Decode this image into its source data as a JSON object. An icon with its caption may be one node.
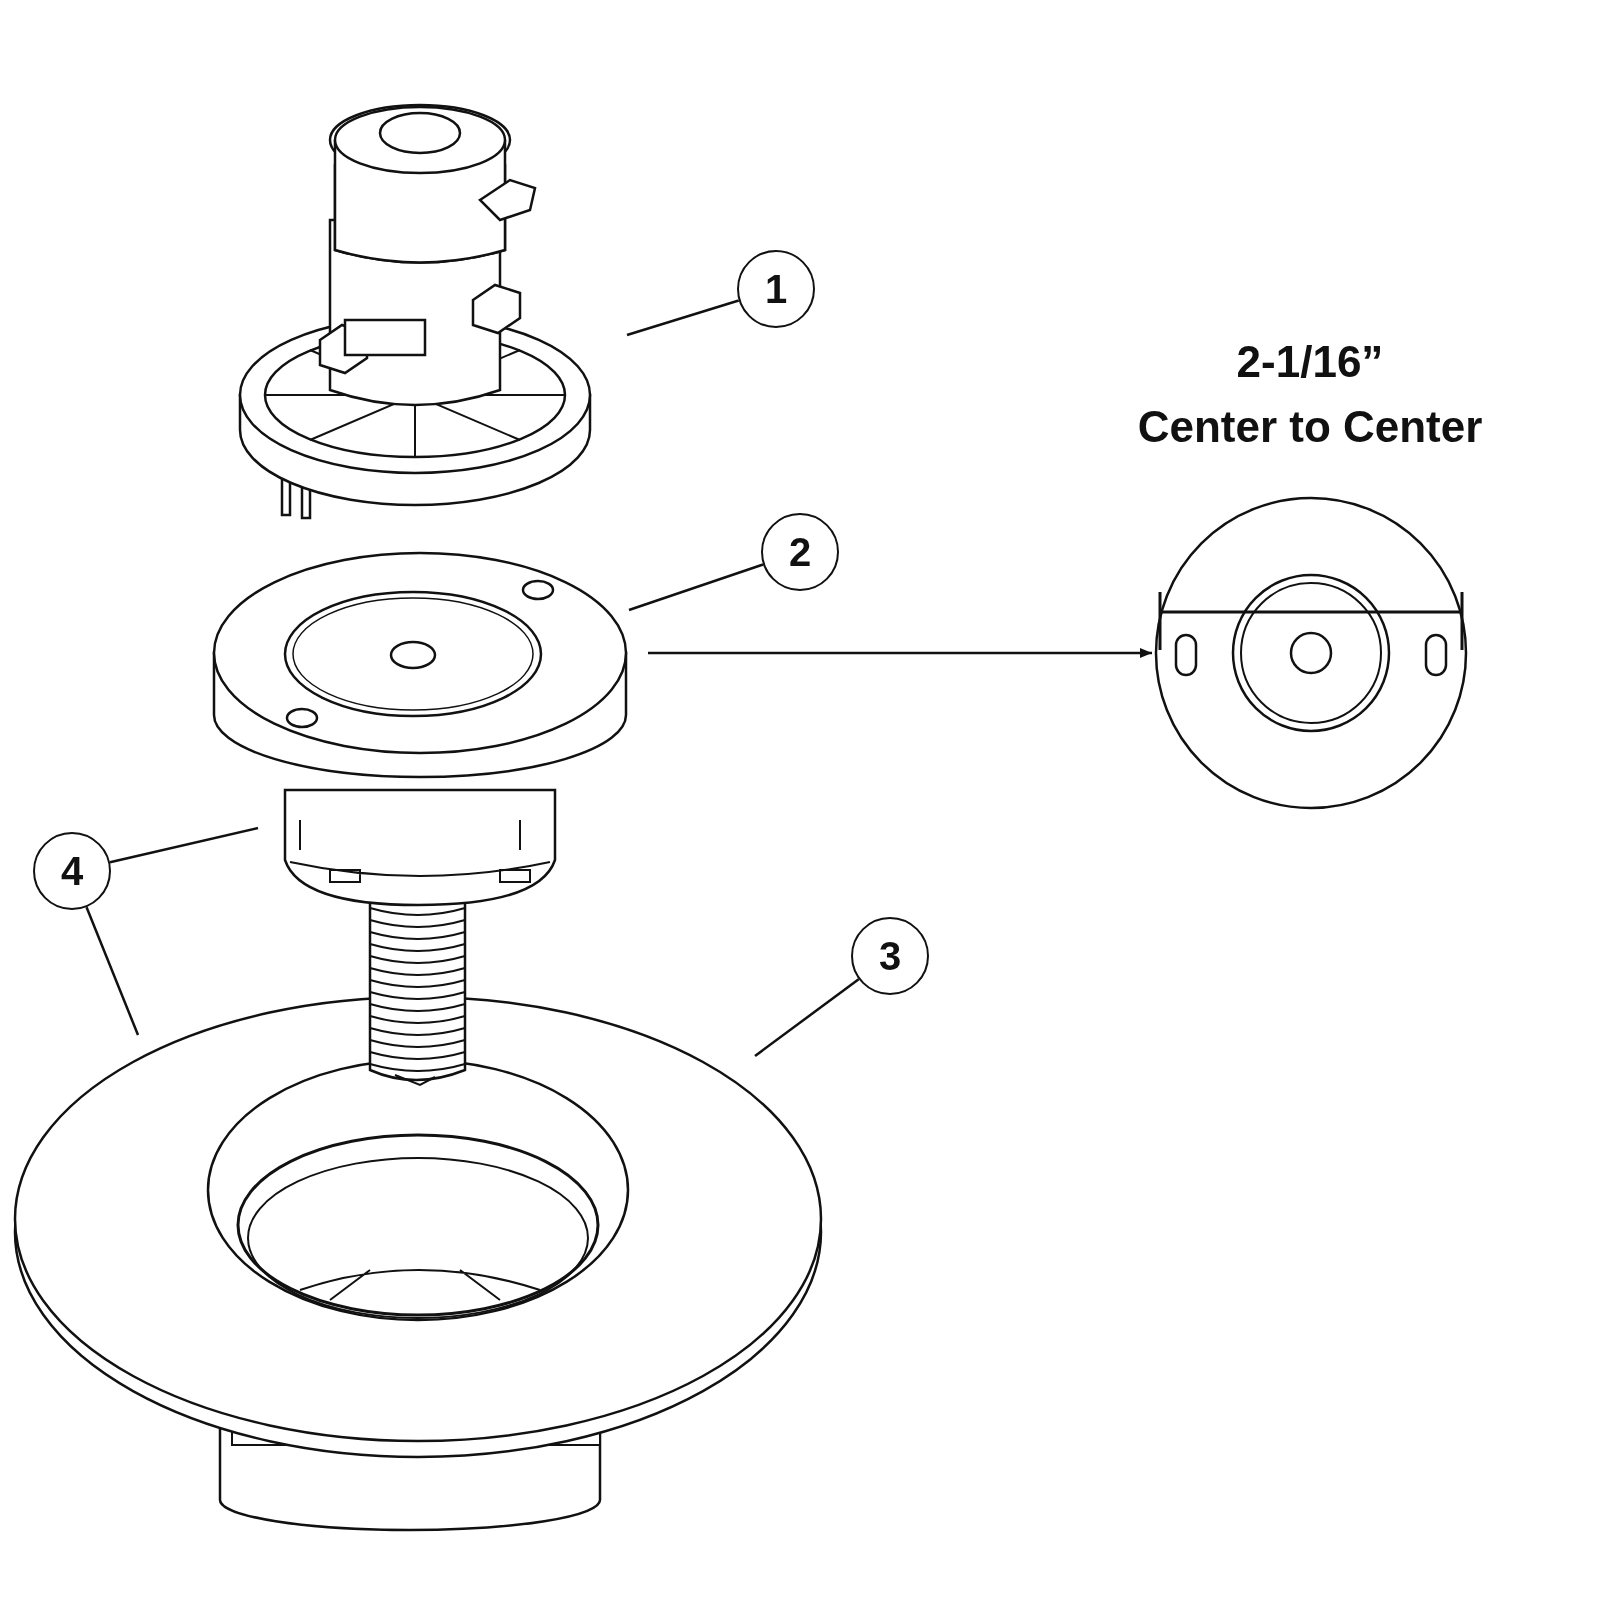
{
  "diagram": {
    "nodes": [
      {
        "text": [
          "1"
        ]
      },
      {
        "text": [],
        "shape": "picture"
      },
      {
        "text": [
          "2"
        ]
      },
      {
        "text": [],
        "shape": "picture"
      },
      {
        "text": [],
        "shape": "picture"
      },
      {
        "text": [
          "4"
        ]
      },
      {
        "text": [],
        "shape": "picture"
      },
      {
        "text": [
          "3"
        ]
      },
      {
        "text": [],
        "shape": "picture"
      }
    ],
    "edges": [
      {
        "from": 0,
        "to": 1,
        "arrow": "none"
      },
      {
        "from": 2,
        "to": 3,
        "arrow": "none"
      },
      {
        "from": 3,
        "to": 4,
        "arrow": "to"
      },
      {
        "from": 5,
        "to": 6,
        "arrow": "none"
      },
      {
        "from": 5,
        "to": null,
        "arrow": "none"
      },
      {
        "from": 7,
        "to": 8,
        "arrow": "none"
      }
    ],
    "labels": [
      "2-1/16”",
      "Center to Center"
    ]
  }
}
